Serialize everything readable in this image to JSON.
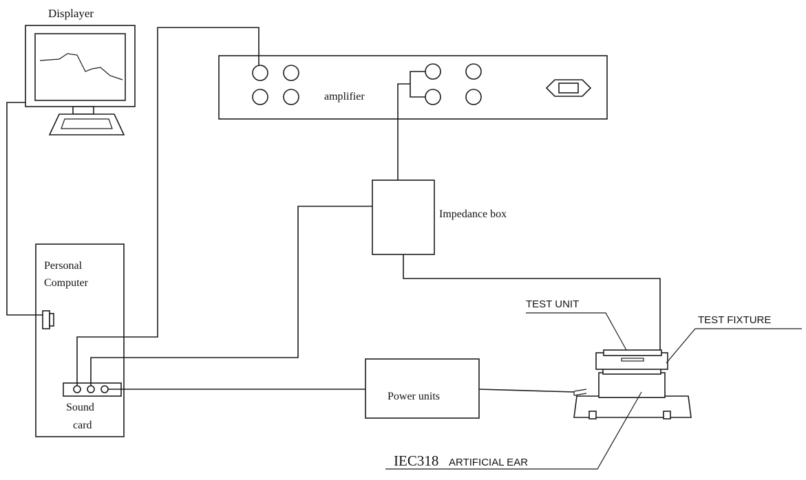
{
  "diagram": {
    "labels": {
      "displayer": "Displayer",
      "amplifier": "amplifier",
      "impedance_box": "Impedance box",
      "pc_line1": "Personal",
      "pc_line2": "Computer",
      "sound_card_line1": "Sound",
      "sound_card_line2": "card",
      "power_units": "Power units",
      "test_unit": "TEST UNIT",
      "test_fixture": "TEST FIXTURE",
      "iec_code": "IEC318",
      "artificial_ear": "ARTIFICIAL EAR"
    }
  }
}
